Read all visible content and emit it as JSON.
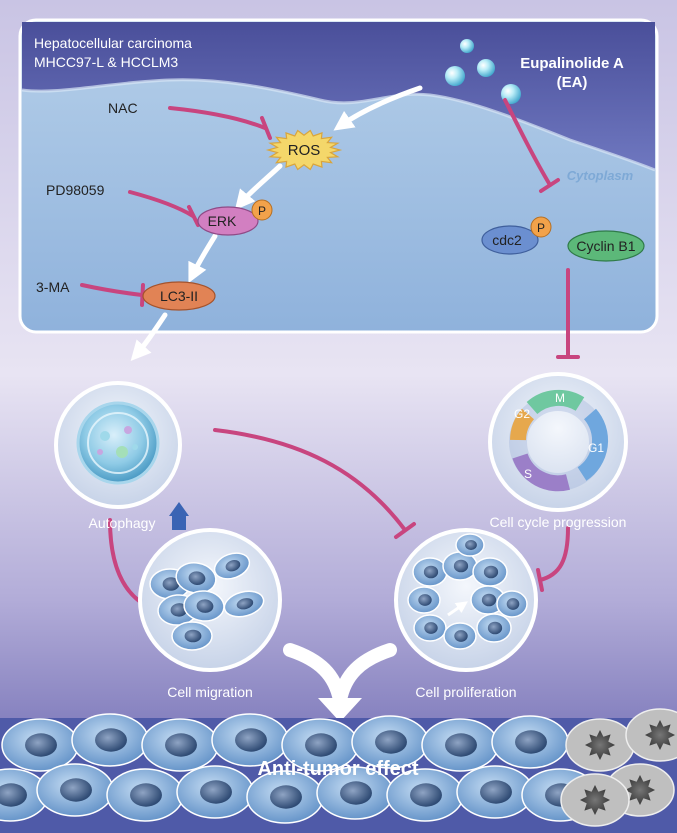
{
  "header": {
    "cell_line_title": "Hepatocellular carcinoma",
    "cell_line_names": "MHCC97-L & HCCLM3"
  },
  "drug": {
    "name": "Eupalinolide A",
    "abbrev": "(EA)"
  },
  "compartment": {
    "cytoplasm": "Cytoplasm"
  },
  "inhibitors": {
    "nac": "NAC",
    "pd98059": "PD98059",
    "three_ma": "3-MA"
  },
  "nodes": {
    "ros": "ROS",
    "erk": "ERK",
    "phospho": "P",
    "lc3": "LC3-II",
    "cdc2": "cdc2",
    "cyclin": "Cyclin B1"
  },
  "cell_cycle": {
    "m": "M",
    "g1": "G1",
    "s": "S",
    "g2": "G2"
  },
  "processes": {
    "autophagy": "Autophagy",
    "cell_cycle_progression": "Cell cycle progression",
    "cell_migration": "Cell migration",
    "cell_proliferation": "Cell proliferation"
  },
  "outcome": {
    "anti_tumor": "Anti-tumor effect"
  },
  "colors": {
    "inhibit": "#c8457f",
    "activate": "#ffffff",
    "ros": "#f4d76a",
    "erk": "#d27fc1",
    "lc3": "#e18355",
    "cdc2": "#6b8fd0",
    "cyclin": "#5cb879",
    "phospho": "#f2a24a"
  }
}
